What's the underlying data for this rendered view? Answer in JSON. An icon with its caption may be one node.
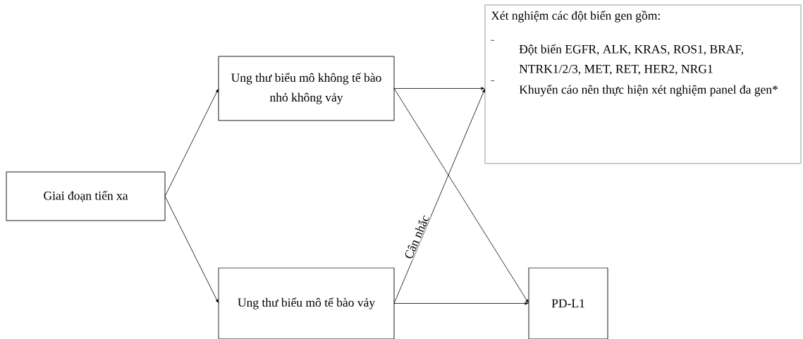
{
  "diagram": {
    "nodes": [
      {
        "text": [
          "Giai đoạn tiến xa"
        ]
      },
      {
        "text": [
          "Ung thư biểu mô không tế bào nhỏ không vảy"
        ]
      },
      {
        "text": [
          "Ung thư biểu mô tế bào vảy"
        ]
      },
      {
        "text": [
          "Xét nghiệm các đột biến gen gồm:",
          "Đột biến EGFR, ALK, KRAS, ROS1, BRAF, NTRK1/2/3, MET, RET, HER2, NRG1",
          "Khuyến cáo nên thực hiện xét nghiệm panel đa gen*"
        ]
      },
      {
        "text": [
          "PD-L1"
        ]
      }
    ],
    "edges": [
      {
        "from": 0,
        "to": 1,
        "arrow": "to"
      },
      {
        "from": 0,
        "to": 2,
        "arrow": "to"
      },
      {
        "from": 1,
        "to": 3,
        "arrow": "to"
      },
      {
        "from": 1,
        "to": 4,
        "arrow": "to"
      },
      {
        "from": 2,
        "to": 3,
        "arrow": "to",
        "label": "Cân nhắc"
      },
      {
        "from": 2,
        "to": 4,
        "arrow": "to"
      }
    ]
  }
}
